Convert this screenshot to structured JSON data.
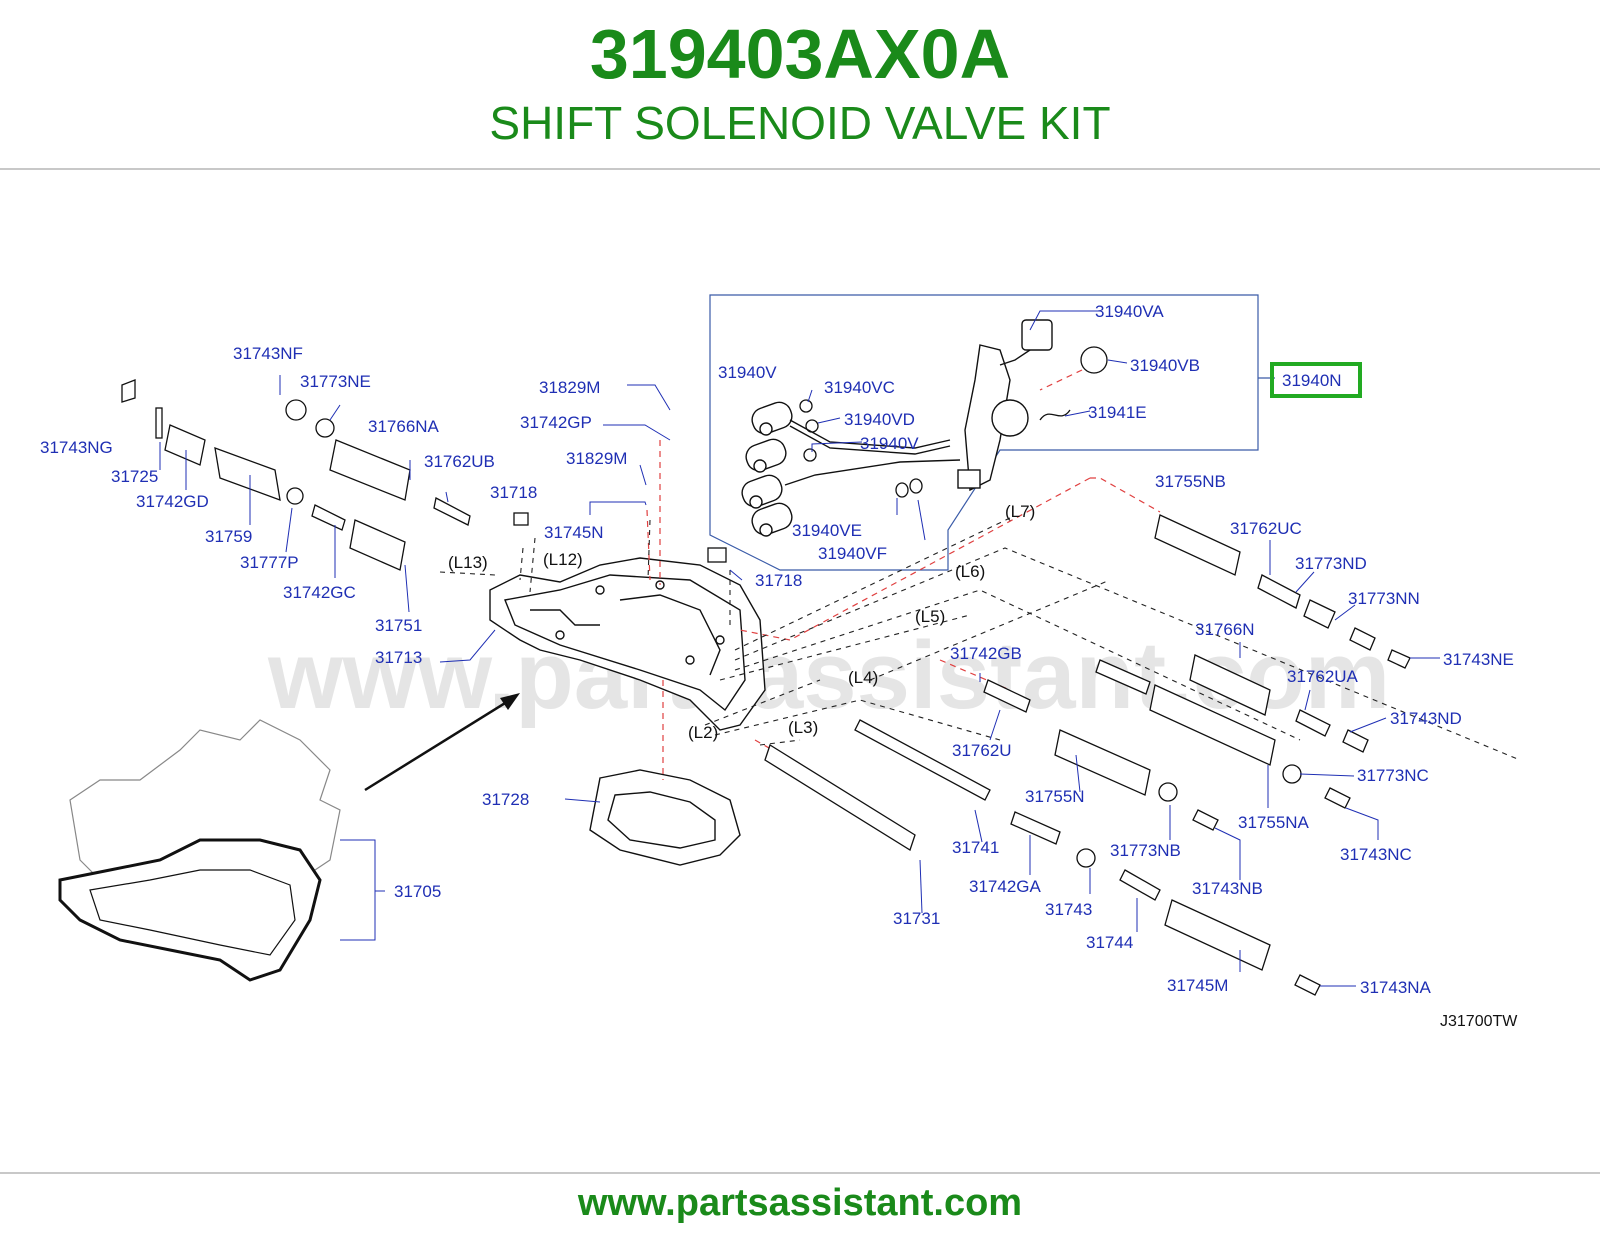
{
  "header": {
    "part_number": "319403AX0A",
    "part_name": "SHIFT SOLENOID VALVE KIT"
  },
  "highlight_color": "#22aa22",
  "text_color_green": "#1a8a1a",
  "label_color": "#1f2fb4",
  "watermark": "www.partsassistant.com",
  "reference_code": "J31700TW",
  "footer": {
    "url": "www.partsassistant.com"
  },
  "callouts": {
    "c31940N": "31940N",
    "c31940VA": "31940VA",
    "c31940VB": "31940VB",
    "c31940V_a": "31940V",
    "c31940VC": "31940VC",
    "c31940VD": "31940VD",
    "c31940V_b": "31940V",
    "c31941E": "31941E",
    "c31940VE": "31940VE",
    "c31940VF": "31940VF",
    "c31743NF": "31743NF",
    "c31773NE": "31773NE",
    "c31743NG": "31743NG",
    "c31766NA": "31766NA",
    "c31762UB": "31762UB",
    "c31725": "31725",
    "c31742GD": "31742GD",
    "c31718_a": "31718",
    "c31759": "31759",
    "c31777P": "31777P",
    "c31745N": "31745N",
    "c31742GC": "31742GC",
    "c31751": "31751",
    "c31713": "31713",
    "c31829M_a": "31829M",
    "c31742GP": "31742GP",
    "c31829M_b": "31829M",
    "c31718_b": "31718",
    "c31755NB_a": "31755NB",
    "c31762UC": "31762UC",
    "c31773ND": "31773ND",
    "c31773NN": "31773NN",
    "c31743NE": "31743NE",
    "c31766N": "31766N",
    "c31762UA": "31762UA",
    "c31743ND": "31743ND",
    "c31773NC": "31773NC",
    "c31742GB": "31742GB",
    "c31762U": "31762U",
    "c31755N": "31755N",
    "c31755NA": "31755NA",
    "c31743NC": "31743NC",
    "c31773NB": "31773NB",
    "c31743NB": "31743NB",
    "c31742GA": "31742GA",
    "c31743": "31743",
    "c31744": "31744",
    "c31745M": "31745M",
    "c31743NA": "31743NA",
    "c31741": "31741",
    "c31731": "31731",
    "c31728": "31728",
    "c31705": "31705"
  },
  "group_labels": {
    "L2": "(L2)",
    "L3": "(L3)",
    "L4": "(L4)",
    "L5": "(L5)",
    "L6": "(L6)",
    "L7": "(L7)",
    "L12": "(L12)",
    "L13": "(L13)"
  }
}
